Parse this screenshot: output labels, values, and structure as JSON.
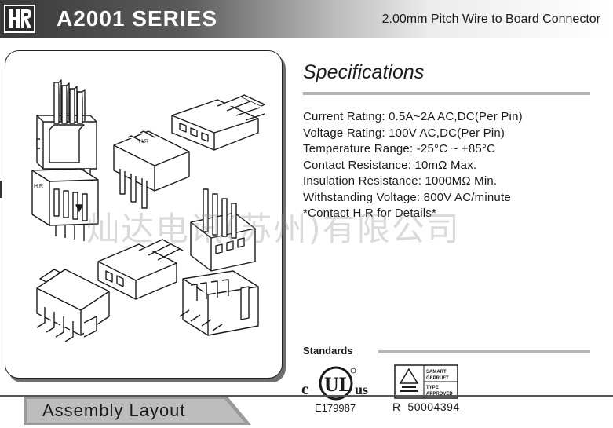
{
  "header": {
    "logo_text": "HR",
    "series_title": "A2001 SERIES",
    "subtitle": "2.00mm Pitch Wire to Board Connector"
  },
  "specifications": {
    "heading": "Specifications",
    "items": [
      "Current Rating: 0.5A~2A AC,DC(Per Pin)",
      "Voltage Rating: 100V AC,DC(Per Pin)",
      "Temperature Range: -25°C ~ +85°C",
      "Contact Resistance: 10mΩ Max.",
      "Insulation Resistance: 1000MΩ Min.",
      "Withstanding Voltage: 800V AC/minute",
      "*Contact H.R for Details*"
    ]
  },
  "watermark": "灿达电讯(苏州)有限公司",
  "standards": {
    "label": "Standards",
    "ul": {
      "mark_text": "c UL us",
      "number": "E179987"
    },
    "tuv": {
      "line1": "SAMART",
      "line2": "GEPRÜFT",
      "line3": "TYPE",
      "line4": "APPROVED",
      "prefix": "R",
      "number": "50004394"
    }
  },
  "footer": {
    "tab_label": "Assembly Layout"
  },
  "colors": {
    "header_dark": "#3a3a3a",
    "rule_gray": "#b5b5b5",
    "tab_gray": "#9a9a9a",
    "shadow_gray": "#6f6f6f"
  }
}
